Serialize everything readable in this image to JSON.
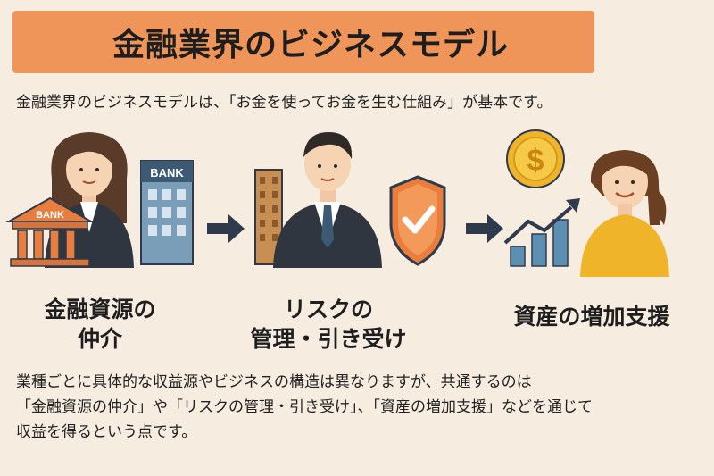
{
  "title": "金融業界のビジネスモデル",
  "intro": "金融業界のビジネスモデルは、「お金を使ってお金を生む仕組み」が基本です。",
  "illustrations": {
    "bank_sign_small": "BANK",
    "bank_sign_temple": "BANK",
    "coin_symbol": "$"
  },
  "steps": [
    {
      "line1": "金融資源の",
      "line2": "仲介",
      "icons": [
        "woman-icon",
        "bank-building-icon",
        "office-building-icon"
      ]
    },
    {
      "line1": "リスクの",
      "line2": "管理・引き受け",
      "icons": [
        "businessman-icon",
        "skyscraper-icon",
        "shield-check-icon"
      ]
    },
    {
      "line1": "資産の増加支援",
      "line2": "",
      "icons": [
        "coin-icon",
        "growth-chart-icon",
        "smiling-woman-icon"
      ]
    }
  ],
  "summary": [
    "業種ごとに具体的な収益源やビジネスの構造は異なりますが、共通するのは",
    "「金融資源の仲介」や「リスクの管理・引き受け」、「資産の増加支援」などを通じて",
    "収益を得るという点です。"
  ],
  "colors": {
    "background": "#f6ece0",
    "banner": "#ef9559",
    "accent_orange": "#e97e3c",
    "navy": "#2f3b4c",
    "steel_blue": "#7a9db8",
    "gold": "#f0b42a"
  }
}
